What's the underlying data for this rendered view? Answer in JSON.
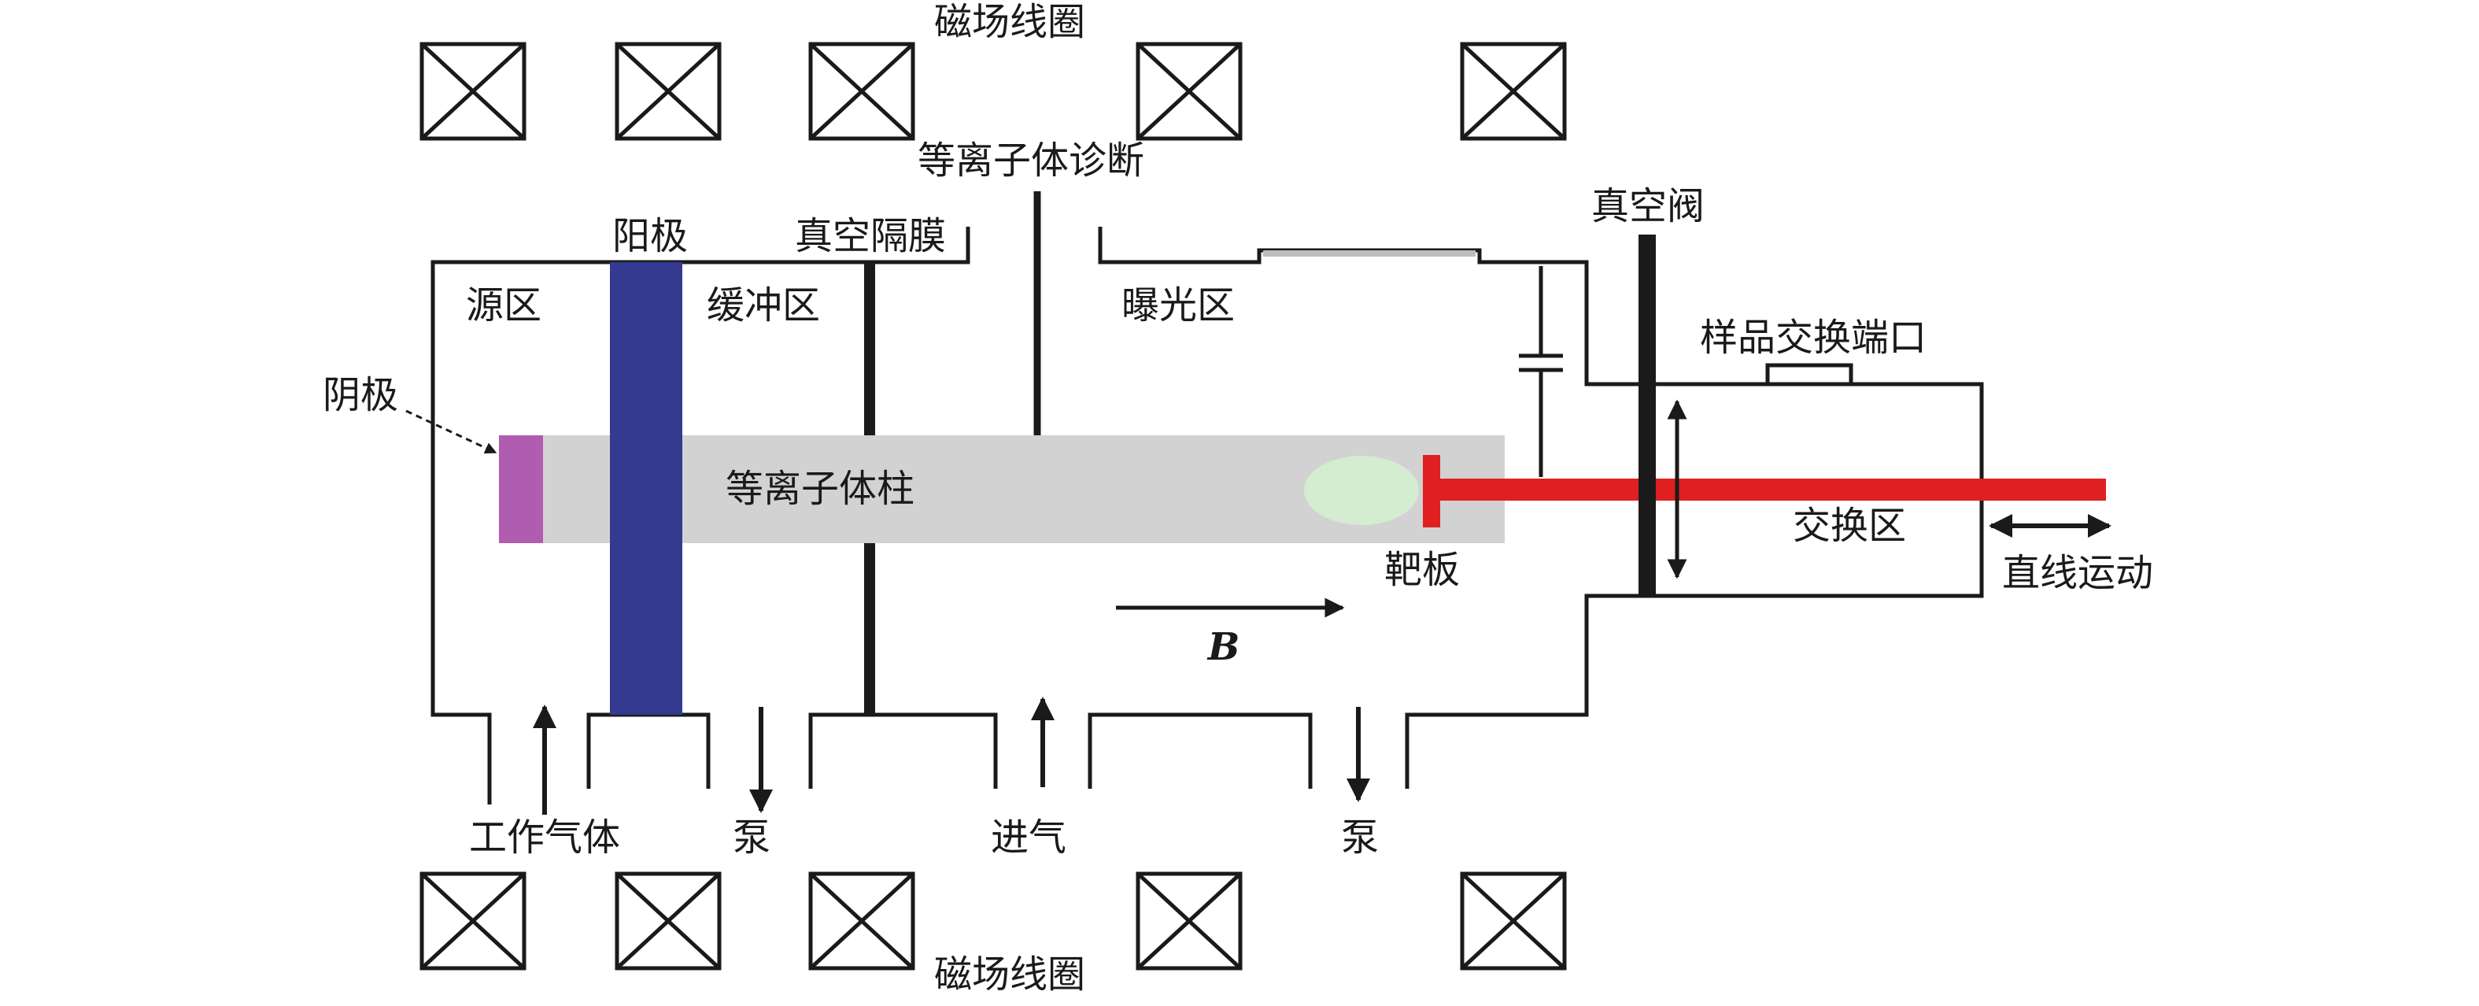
{
  "labels": {
    "coil_top": "磁场线圈",
    "coil_bottom": "磁场线圈",
    "plasma_diagnostics": "等离子体诊断",
    "anode": "阳极",
    "vacuum_diaphragm": "真空隔膜",
    "source_region": "源区",
    "buffer_region": "缓冲区",
    "exposure_region": "曝光区",
    "vacuum_valve": "真空阀",
    "sample_exchange_port": "样品交换端口",
    "cathode": "阴极",
    "plasma_column": "等离子体柱",
    "exchange_region": "交换区",
    "target": "靶板",
    "linear_motion": "直线运动",
    "magnetic_field": "B",
    "working_gas": "工作气体",
    "pump_1": "泵",
    "gas_inlet": "进气",
    "pump_2": "泵"
  },
  "colors": {
    "anode": "#333a8f",
    "cathode": "#b05cb0",
    "plasma_column": "#d2d2d2",
    "target": "#e02020",
    "target_plasma": "#d4ecd0",
    "lines": "#1a1a1a"
  }
}
